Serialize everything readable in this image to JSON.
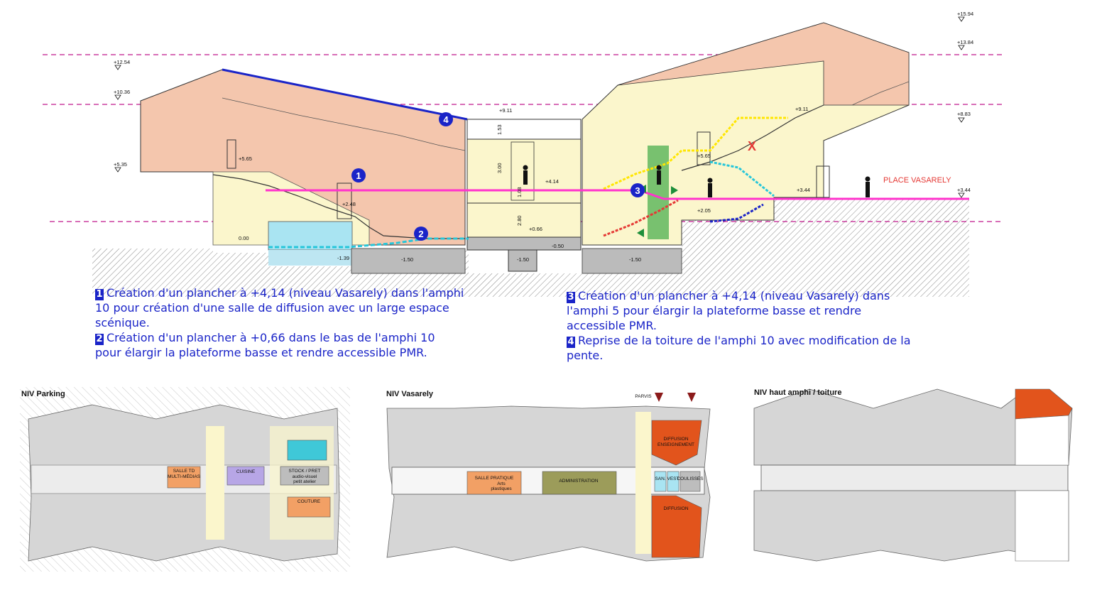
{
  "levels": {
    "l1594": "+15.94",
    "l1384": "+13.84",
    "l1254": "+12.54",
    "l1036": "+10.36",
    "l911a": "+9.11",
    "l911b": "+9.11",
    "l883": "+8.83",
    "l565a": "+5.65",
    "l565b": "+5.65",
    "l535": "+5.35",
    "l414": "+4.14",
    "l344a": "+3.44",
    "l344b": "+3.44",
    "l248": "+2.48",
    "l205": "+2.05",
    "l066": "+0.66",
    "l000": "0.00",
    "lm050": "-0.50",
    "lm139": "-1.39",
    "lm150a": "-1.50",
    "lm150b": "-1.50",
    "lm150c": "-1.50"
  },
  "dims": {
    "d153": "1.53",
    "d300": "3.00",
    "d108": "1.08",
    "d280": "2.80"
  },
  "place_label": "PLACE VASARELY",
  "markers": {
    "m1": "1",
    "m2": "2",
    "m3": "3",
    "m4": "4",
    "x": "X"
  },
  "notes_left": [
    {
      "num": "1",
      "text": "Création d'un plancher à +4,14 (niveau Vasarely) dans l'amphi 10 pour création d'une salle de diffusion avec un large espace scénique."
    },
    {
      "num": "2",
      "text": "Création d'un plancher à +0,66 dans le bas de l'amphi 10 pour élargir la plateforme basse et rendre accessible PMR."
    }
  ],
  "notes_right": [
    {
      "num": "3",
      "text": "Création d'un plancher à +4,14 (niveau Vasarely) dans l'amphi 5 pour élargir la plateforme basse et rendre accessible PMR."
    },
    {
      "num": "4",
      "text": "Reprise de la toiture de l'amphi 10 avec modification de la pente."
    }
  ],
  "plans": {
    "parking": {
      "title": "NIV Parking",
      "salle_td": "SALLE TD",
      "salle_td2": "MULTI-MÉDIAS",
      "cuisine": "CUISINE",
      "stock": "STOCK / PRET",
      "stock2": "audio-visuel",
      "stock3": "petit atelier",
      "couture": "COUTURE"
    },
    "vasarely": {
      "title": "NIV Vasarely",
      "parvis": "PARVIS",
      "diffusion_ens": "DIFFUSION",
      "diffusion_ens2": "ENSEIGNEMENT",
      "salle_pratique": "SALLE PRATIQUE",
      "arts": "Arts",
      "arts2": "plastiques",
      "admin": "ADMINISTRATION",
      "san": "SAN.",
      "vest": "VEST",
      "coulisses": "COULISSES",
      "diffusion": "DIFFUSION"
    },
    "haut": {
      "title": "NIV haut amphi / toiture"
    }
  },
  "colors": {
    "blue_text": "#1a24c8",
    "magenta": "#ff33cc",
    "orange": "#e2541c",
    "salmon": "#f4c6ad",
    "cream": "#fbf6cc",
    "green": "#4caf50",
    "light_blue": "#a9e4f2",
    "purple": "#b7a6e6",
    "olive": "#9c9c5a"
  }
}
